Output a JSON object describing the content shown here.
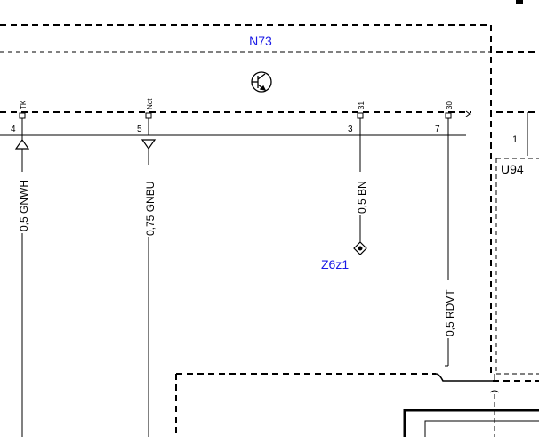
{
  "diagram": {
    "module_label": "N73",
    "module_label_color": "#1a1ae6",
    "transistor_icon": "transistor-icon",
    "pin_names": [
      "TK",
      "Not",
      "31",
      "30"
    ],
    "pin_numbers": [
      "4",
      "5",
      "3",
      "7"
    ],
    "wire_labels": [
      "0,5 GNWH",
      "0,75 GNBU",
      "0,5 BN",
      "0,5 RDVT"
    ],
    "ground_label": "Z6z1",
    "ground_label_color": "#1a1ae6",
    "right_module_label": "U94",
    "right_pin_number": "1"
  }
}
